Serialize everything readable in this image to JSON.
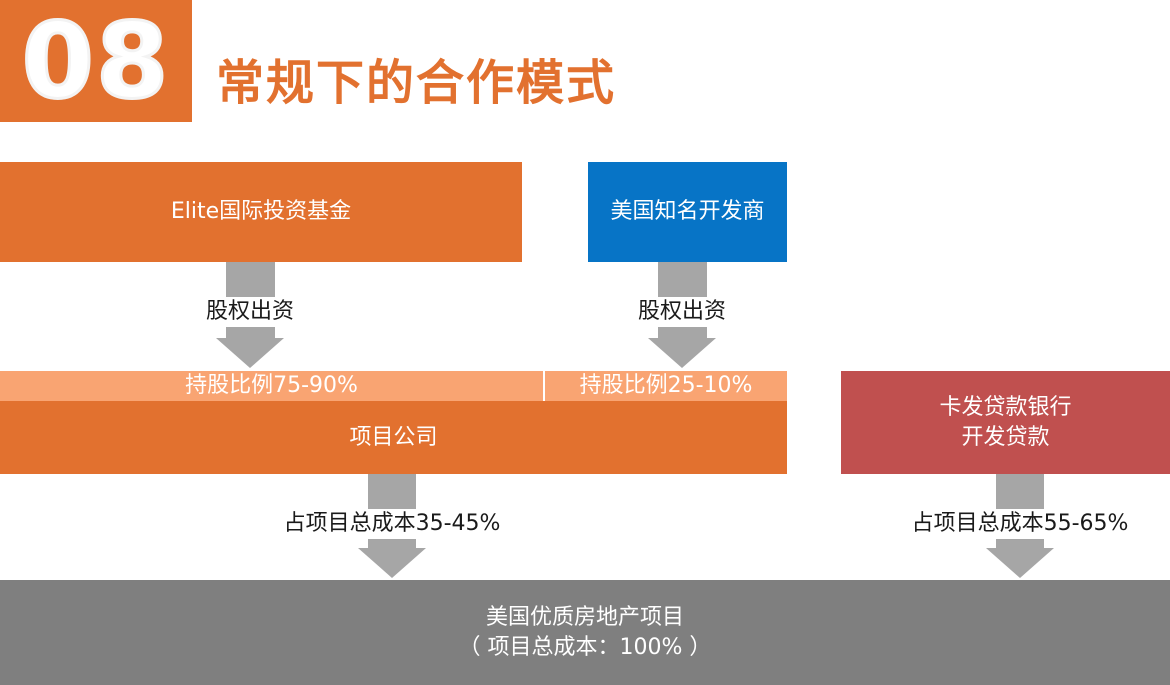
{
  "header": {
    "number": "08",
    "title": "常规下的合作模式"
  },
  "boxes": {
    "fund": "Elite国际投资基金",
    "developer": "美国知名开发商",
    "project_company": "项目公司",
    "bank_line1": "卡发贷款银行",
    "bank_line2": "开发贷款",
    "property_line1": "美国优质房地产项目",
    "property_line2": "（ 项目总成本：100% ）"
  },
  "flows": {
    "fund_label": "股权出资",
    "developer_label": "股权出资",
    "fund_share": "持股比例75-90%",
    "developer_share": "持股比例25-10%",
    "company_cost": "占项目总成本35-45%",
    "bank_cost": "占项目总成本55-65%"
  },
  "colors": {
    "orange": "#e2712f",
    "light_orange": "#f9a472",
    "blue": "#0774c6",
    "red": "#c0504f",
    "gray": "#7f7f7f",
    "arrow": "#a6a6a6"
  }
}
